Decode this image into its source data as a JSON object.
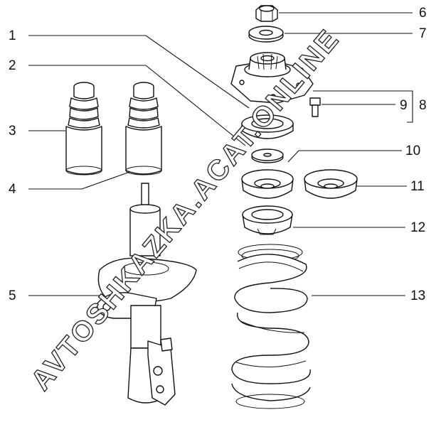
{
  "diagram": {
    "callouts": [
      {
        "id": "1",
        "label": "1"
      },
      {
        "id": "2",
        "label": "2"
      },
      {
        "id": "3",
        "label": "3"
      },
      {
        "id": "4",
        "label": "4"
      },
      {
        "id": "5",
        "label": "5"
      },
      {
        "id": "6",
        "label": "6"
      },
      {
        "id": "7",
        "label": "7"
      },
      {
        "id": "8",
        "label": "8"
      },
      {
        "id": "9",
        "label": "9"
      },
      {
        "id": "10",
        "label": "10"
      },
      {
        "id": "11",
        "label": "11"
      },
      {
        "id": "12",
        "label": "12"
      },
      {
        "id": "13",
        "label": "13"
      }
    ],
    "watermark": "AVTOSHKAZKA.ACAT.ONLINE"
  }
}
